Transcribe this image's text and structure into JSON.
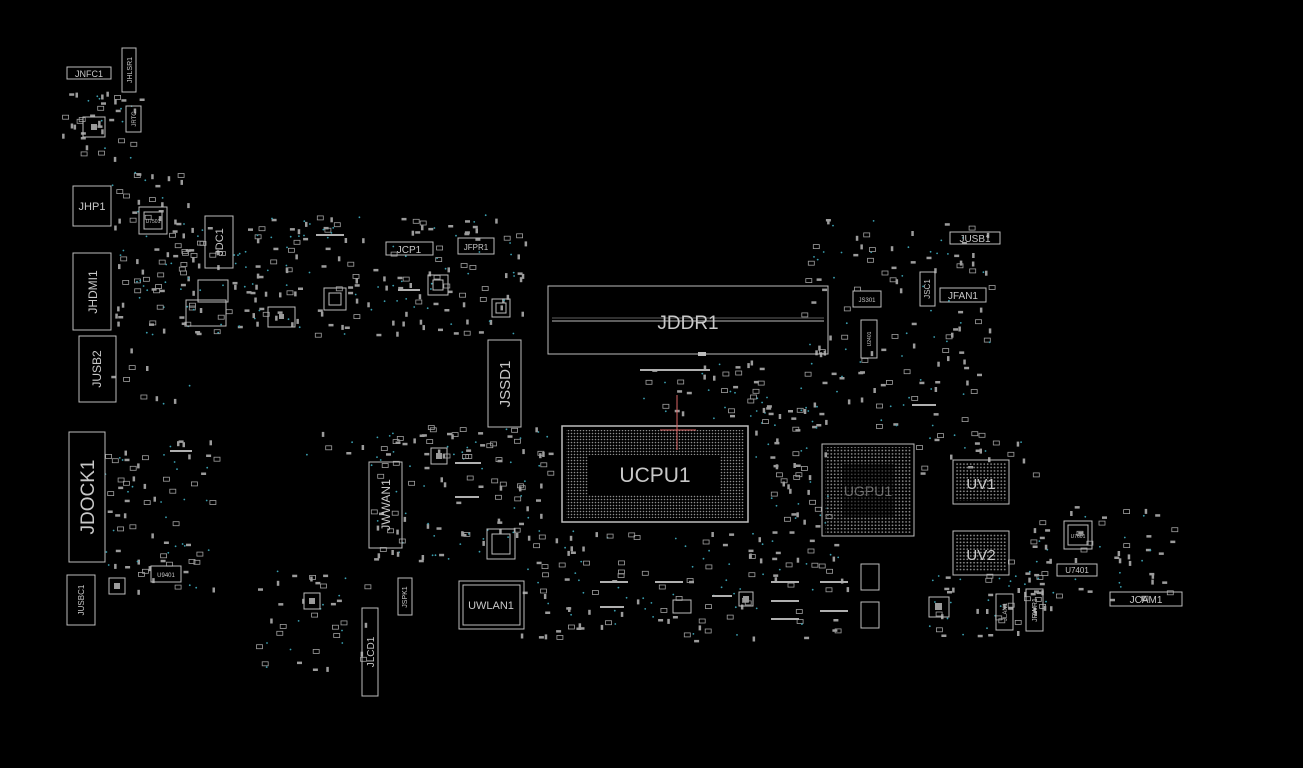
{
  "components": {
    "jnfc1": "JNFC1",
    "jhlsr1": "JHLSR1",
    "jrtc": "JRTC",
    "jhp1": "JHP1",
    "u7501": "U7501",
    "jdc1": "JDC1",
    "jhdmi1": "JHDMI1",
    "jusb2": "JUSB2",
    "jdock1": "JDOCK1",
    "u9401": "U9401",
    "jusbc1": "JUSBC1",
    "jcp1": "JCP1",
    "jfpr1": "JFPR1",
    "jssd1": "JSSD1",
    "jddr1": "JDDR1",
    "jwwan1": "JWWAN1",
    "jspk1": "JSPK1",
    "jlcd1": "JLCD1",
    "uwlan1": "UWLAN1",
    "ucpu1": "UCPU1",
    "ugpu1": "UGPU1",
    "jusb1": "JUSB1",
    "js301": "JS301",
    "jsc1": "JSC1",
    "jfan1": "JFAN1",
    "u2401": "U2401",
    "uv1": "UV1",
    "uv2": "UV2",
    "jlan1": "JLAN1",
    "jpwr1": "JPWR1",
    "u7601": "U7601",
    "u7401": "U7401",
    "jcam1": "JCAM1"
  },
  "colors": {
    "background": "#000000",
    "outline": "#bdbdbd",
    "label": "#c8c8c8",
    "via": "#3a9fb0"
  }
}
